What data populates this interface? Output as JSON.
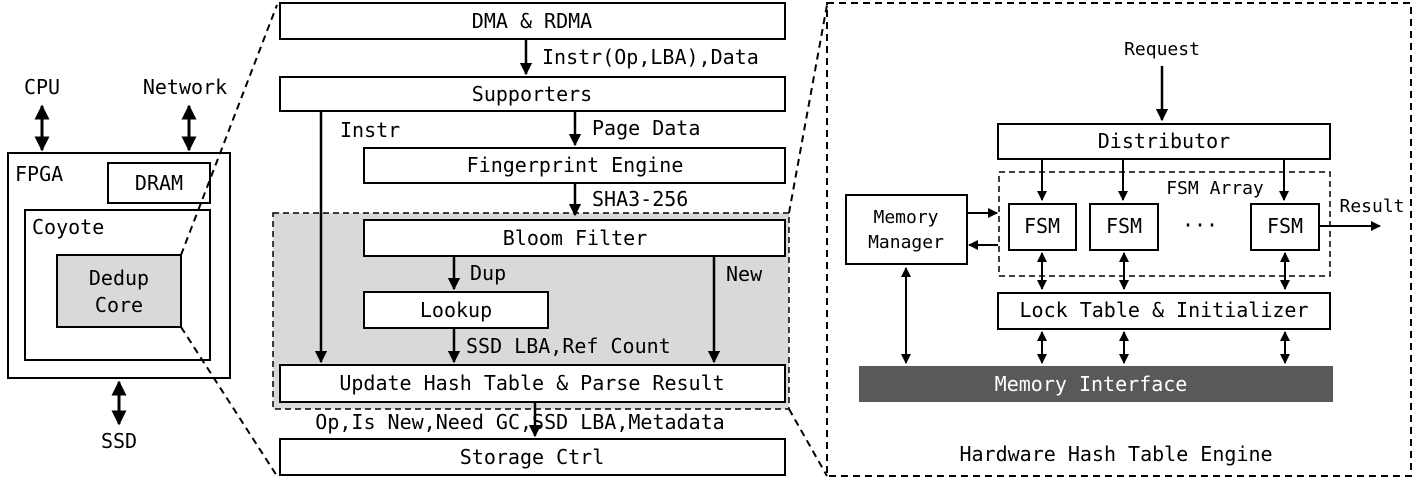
{
  "left": {
    "cpu": "CPU",
    "network": "Network",
    "fpga": "FPGA",
    "dram": "DRAM",
    "coyote": "Coyote",
    "dedup_line1": "Dedup",
    "dedup_line2": "Core",
    "ssd": "SSD"
  },
  "middle": {
    "dma": "DMA & RDMA",
    "instr_op_lba": "Instr(Op,LBA),Data",
    "supporters": "Supporters",
    "instr": "Instr",
    "page_data": "Page Data",
    "fingerprint": "Fingerprint Engine",
    "sha": "SHA3-256",
    "bloom": "Bloom Filter",
    "dup": "Dup",
    "new": "New",
    "lookup": "Lookup",
    "ssd_lba_ref": "SSD LBA,Ref Count",
    "update": "Update Hash Table & Parse Result",
    "op_line": "Op,Is New,Need GC,SSD LBA,Metadata",
    "storage": "Storage Ctrl"
  },
  "right": {
    "request": "Request",
    "distributor": "Distributor",
    "fsm_array": "FSM Array",
    "mem_mgr_line1": "Memory",
    "mem_mgr_line2": "Manager",
    "fsm": "FSM",
    "ellipsis": "···",
    "result": "Result",
    "lock_table": "Lock Table & Initializer",
    "mem_interface": "Memory Interface",
    "engine_title": "Hardware Hash Table Engine"
  },
  "colors": {
    "gray_box": "#d9d9d9",
    "memory_interface": "#595959",
    "line": "#000000"
  }
}
